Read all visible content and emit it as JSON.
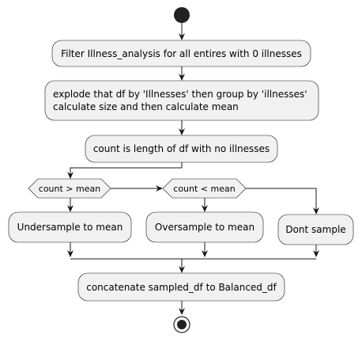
{
  "diagram": {
    "type": "activity-flowchart",
    "steps": {
      "filter": "Filter Illness_analysis for all entires with 0 illnesses",
      "explode_line1": "explode that df by 'Illnesses' then group by 'illnesses'",
      "explode_line2": "calculate size and then calculate mean",
      "count": "count is length of df with no illnesses",
      "undersample": "Undersample to mean",
      "oversample": "Oversample to mean",
      "dont_sample": "Dont sample",
      "concatenate": "concatenate sampled_df to Balanced_df"
    },
    "decisions": {
      "first": "count > mean",
      "second": "count < mean"
    },
    "colors": {
      "node_fill": "#f1f1f1",
      "stroke": "#181818",
      "terminal": "#222222"
    }
  }
}
